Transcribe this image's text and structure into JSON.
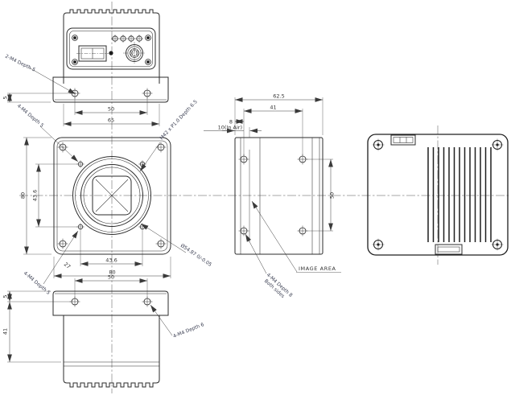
{
  "views": {
    "top": {
      "dims": {
        "hole_spacing": "50",
        "body_width": "65",
        "hole_offset": "5"
      },
      "notes": {
        "rear_plate_holes": "2-M4 Depth 5",
        "front_plate_holes": "4-M4 Depth 5"
      }
    },
    "front": {
      "dims": {
        "height": "80",
        "hole_pattern_height": "43.6",
        "hole_pattern_width": "43.6",
        "width": "80",
        "corner_offset": "27"
      },
      "notes": {
        "lens_mount": "M42 x P1.0 Depth 6.5",
        "flange_distance": "10(In Air)",
        "spigot_diameter": "Ø54.87 0/-0.05",
        "mount_holes": "4-M4 Depth 5"
      }
    },
    "side": {
      "dims": {
        "depth": "62.5",
        "hole_spacing_horizontal": "41",
        "hole_offset": "8",
        "hole_spacing_vertical": "50"
      },
      "notes": {
        "image_area": "IMAGE AREA",
        "side_holes_line1": "4-M4 Depth 8",
        "side_holes_line2": "Both sides"
      }
    },
    "bottom": {
      "dims": {
        "hole_spacing": "50",
        "hole_offset": "5",
        "body_length": "41"
      },
      "notes": {
        "bottom_holes": "4-M4 Depth 6"
      }
    }
  }
}
